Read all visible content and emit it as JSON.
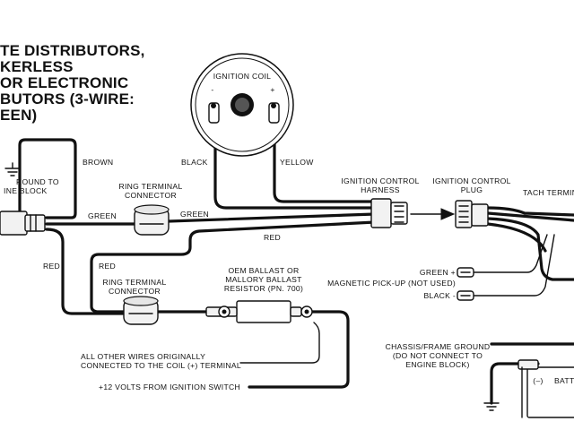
{
  "title_lines": [
    "TE DISTRIBUTORS,",
    "KERLESS",
    "OR ELECTRONIC",
    "BUTORS (3-WIRE:",
    "EEN)"
  ],
  "labels": {
    "ignition_coil": "IGNITION COIL",
    "coil_minus": "-",
    "coil_plus": "+",
    "ground_line1": "ROUND TO",
    "ground_line2": "INE BLOCK",
    "brown": "BROWN",
    "black": "BLACK",
    "yellow": "YELLOW",
    "ring_terminal_top_line1": "RING TERMINAL",
    "ring_terminal_top_line2": "CONNECTOR",
    "green_left": "GREEN",
    "green_right": "GREEN",
    "red_main": "RED",
    "red_left": "RED",
    "red_mid": "RED",
    "ring_terminal_bottom_line1": "RING TERMINAL",
    "ring_terminal_bottom_line2": "CONNECTOR",
    "ballast_line1": "OEM BALLAST OR",
    "ballast_line2": "MALLORY BALLAST",
    "ballast_line3": "RESISTOR (PN. 700)",
    "harness_line1": "IGNITION CONTROL",
    "harness_line2": "HARNESS",
    "plug_line1": "IGNITION CONTROL",
    "plug_line2": "PLUG",
    "tach_terminal": "TACH TERMIN",
    "green_plus": "GREEN +",
    "magnetic_pickup": "MAGNETIC PICK-UP (NOT USED)",
    "black_minus": "BLACK -",
    "other_wires_line1": "ALL OTHER WIRES ORIGINALLY",
    "other_wires_line2": "CONNECTED TO THE COIL (+) TERMINAL",
    "twelve_volts": "+12 VOLTS FROM IGNITION SWITCH",
    "chassis_line1": "CHASSIS/FRAME GROUND",
    "chassis_line2": "(DO NOT CONNECT TO",
    "chassis_line3": "ENGINE BLOCK)",
    "battery_minus": "(–)",
    "battery": "BATT"
  }
}
